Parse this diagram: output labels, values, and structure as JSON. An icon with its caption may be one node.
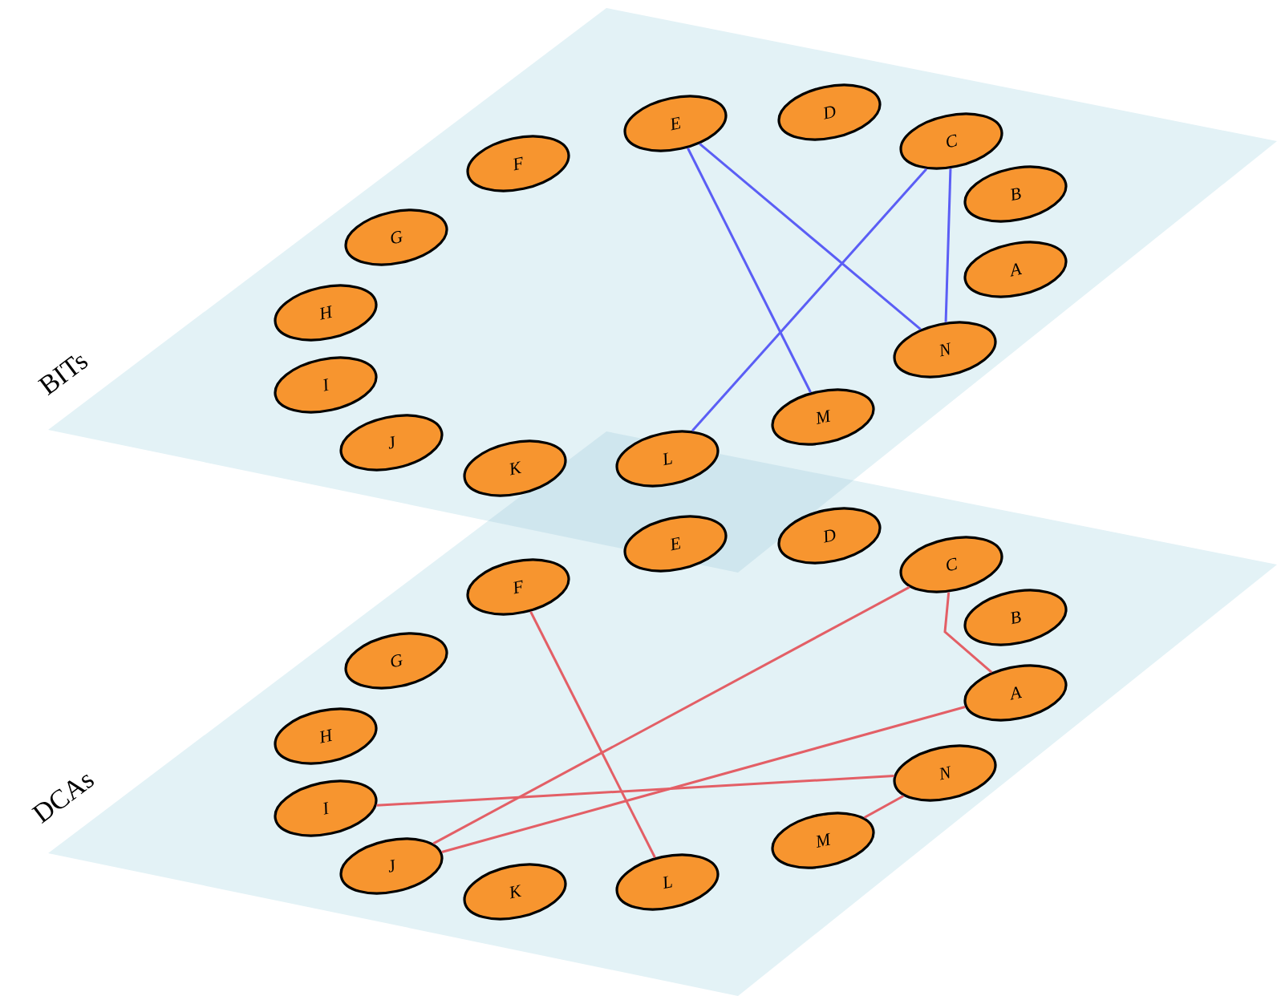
{
  "diagram": {
    "nodes": [
      {
        "text": [
          "BITs"
        ]
      },
      {
        "text": [
          "E"
        ],
        "in": 0
      },
      {
        "text": [
          "D"
        ],
        "in": 0
      },
      {
        "text": [
          "C"
        ],
        "in": 0
      },
      {
        "text": [
          "B"
        ],
        "in": 0
      },
      {
        "text": [
          "A"
        ],
        "in": 0
      },
      {
        "text": [
          "N"
        ],
        "in": 0
      },
      {
        "text": [
          "M"
        ],
        "in": 0
      },
      {
        "text": [
          "L"
        ]
      },
      {
        "text": [
          "K"
        ],
        "in": 0
      },
      {
        "text": [
          "J"
        ],
        "in": 0
      },
      {
        "text": [
          "I"
        ],
        "in": 0
      },
      {
        "text": [
          "H"
        ],
        "in": 0
      },
      {
        "text": [
          "G"
        ],
        "in": 0
      },
      {
        "text": [
          "F"
        ],
        "in": 0
      },
      {
        "text": [
          "DCAs"
        ]
      },
      {
        "text": [
          "E"
        ]
      },
      {
        "text": [
          "D"
        ],
        "in": 15
      },
      {
        "text": [
          "C"
        ],
        "in": 15
      },
      {
        "text": [
          "B"
        ],
        "in": 15
      },
      {
        "text": [
          "A"
        ],
        "in": 15
      },
      {
        "text": [
          "N"
        ],
        "in": 15
      },
      {
        "text": [
          "M"
        ],
        "in": 15
      },
      {
        "text": [
          "L"
        ],
        "in": 15
      },
      {
        "text": [
          "K"
        ],
        "in": 15
      },
      {
        "text": [
          "J"
        ],
        "in": 15
      },
      {
        "text": [
          "I"
        ],
        "in": 15
      },
      {
        "text": [
          "H"
        ],
        "in": 15
      },
      {
        "text": [
          "G"
        ],
        "in": 15
      },
      {
        "text": [
          "F"
        ],
        "in": 15
      }
    ],
    "edges": [
      {
        "from": 1,
        "to": 6,
        "arrow": "none",
        "color": "#5b5ef5"
      },
      {
        "from": 1,
        "to": 7,
        "arrow": "none",
        "color": "#5b5ef5"
      },
      {
        "from": 3,
        "to": 8,
        "arrow": "none",
        "color": "#5b5ef5"
      },
      {
        "from": 3,
        "to": 6,
        "arrow": "none",
        "color": "#5b5ef5"
      },
      {
        "from": 29,
        "to": 23,
        "arrow": "none"
      },
      {
        "from": 18,
        "to": 25,
        "arrow": "none"
      },
      {
        "from": 20,
        "to": 25,
        "arrow": "none"
      },
      {
        "from": 26,
        "to": 21,
        "arrow": "none"
      },
      {
        "from": 18,
        "to": 20,
        "arrow": "none"
      },
      {
        "from": 21,
        "to": 22,
        "arrow": "none"
      }
    ]
  }
}
